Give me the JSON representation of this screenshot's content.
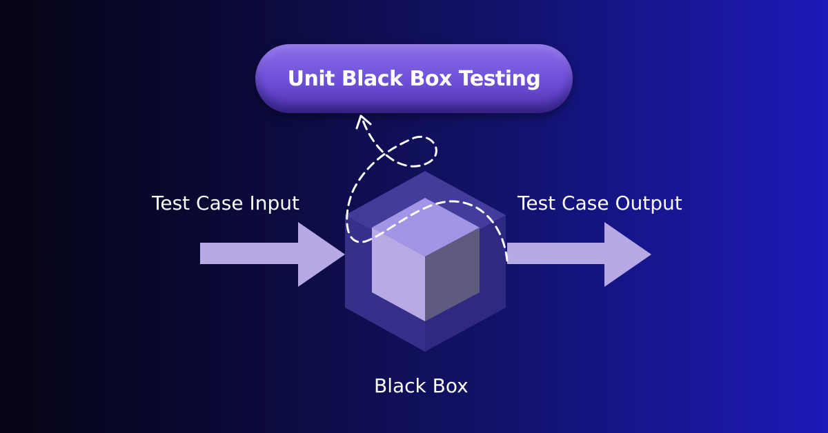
{
  "diagram": {
    "title": "Unit Black Box Testing",
    "input_label": "Test Case Input",
    "output_label": "Test Case Output",
    "box_label": "Black Box"
  },
  "colors": {
    "arrow": "#b7a9e6",
    "pill": "#6d4fd8",
    "hexagon": "#3e3890",
    "cube_left": "#b9aae6",
    "cube_right": "#5e5a80",
    "cube_top": "#9d8fe2",
    "dashed_path": "#ffffff"
  }
}
